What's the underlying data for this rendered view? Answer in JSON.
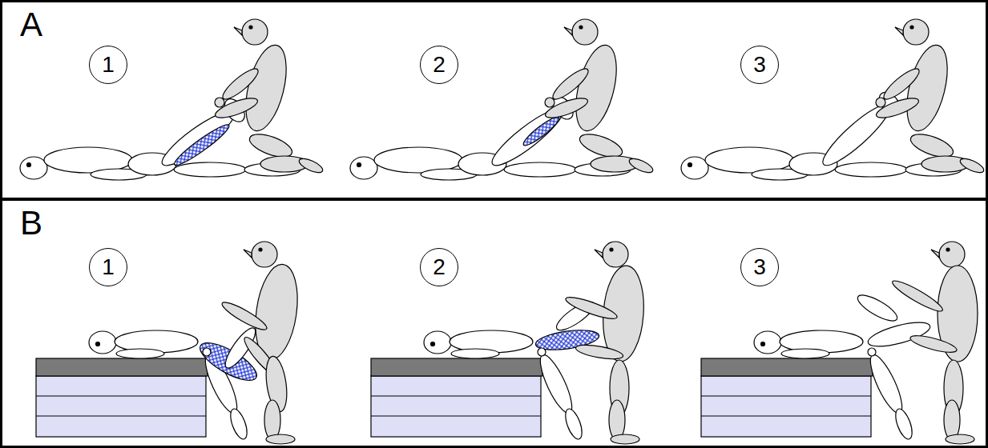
{
  "diagram": {
    "nodes": [
      {
        "text": [
          "A"
        ]
      },
      {
        "text": [
          "1"
        ],
        "in": 0
      },
      {
        "text": [
          "2"
        ],
        "in": 0
      },
      {
        "text": [
          "3"
        ],
        "in": 0
      },
      {
        "text": [
          "B"
        ]
      },
      {
        "text": [
          "1"
        ],
        "in": 4
      },
      {
        "text": [
          "2"
        ],
        "in": 4
      },
      {
        "text": [
          "3"
        ],
        "in": 4
      }
    ]
  }
}
